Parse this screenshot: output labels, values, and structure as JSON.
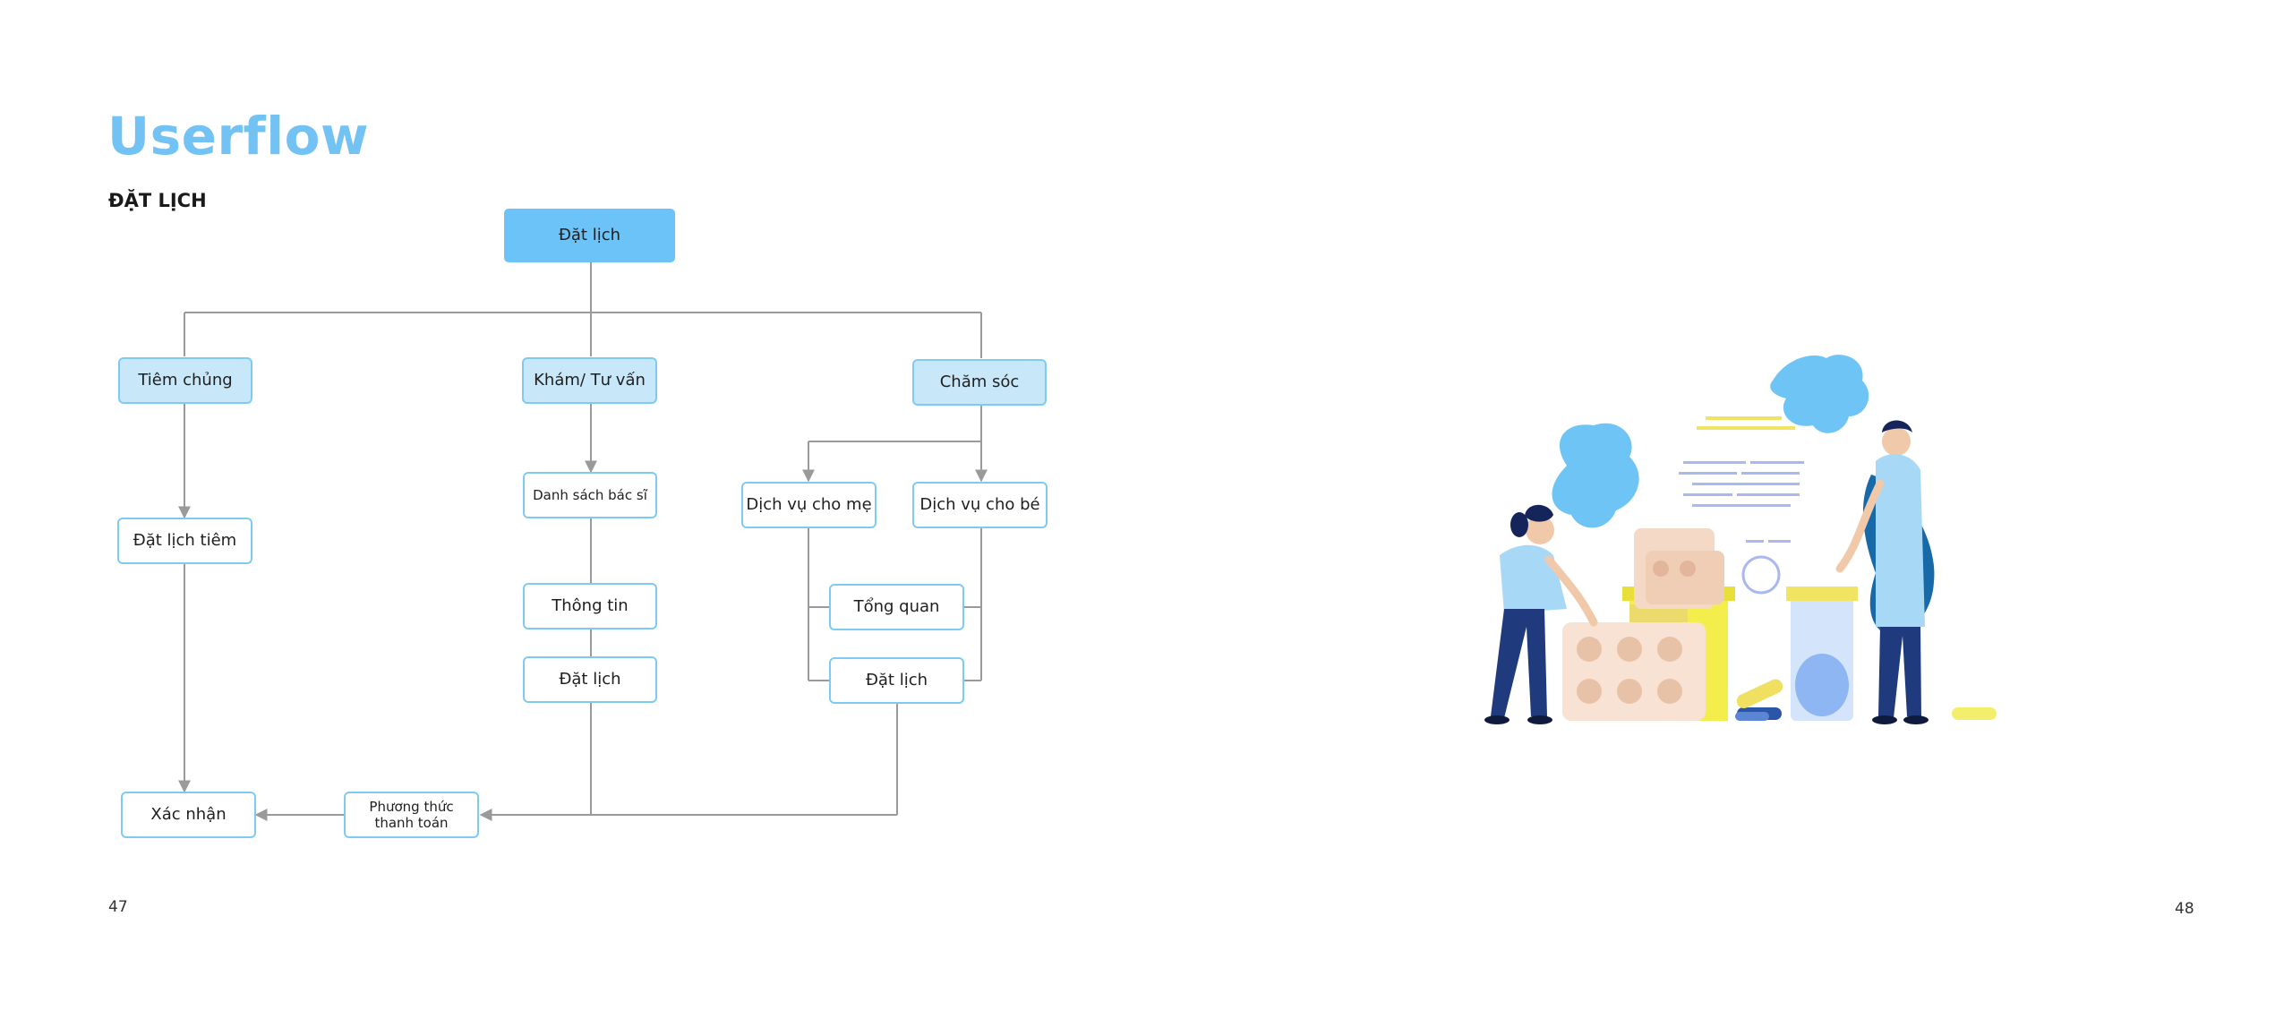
{
  "page": {
    "title": "Userflow",
    "subtitle": "ĐẶT LỊCH",
    "page_left": "47",
    "page_right": "48"
  },
  "flow": {
    "root": "Đặt lịch",
    "col1": {
      "header": "Tiêm chủng",
      "step1": "Đặt lịch tiêm",
      "end": "Xác nhận"
    },
    "col2": {
      "header": "Khám/ Tư vấn",
      "step1": "Danh sách bác sĩ",
      "step2": "Thông tin",
      "step3": "Đặt lịch"
    },
    "col3": {
      "header": "Chăm sóc",
      "mom": "Dịch vụ cho mẹ",
      "baby": "Dịch vụ cho bé",
      "overview": "Tổng quan",
      "book": "Đặt lịch"
    },
    "payment_line1": "Phương thức",
    "payment_line2": "thanh toán"
  },
  "colors": {
    "accent": "#72c2f3",
    "node_border": "#7ecbf1",
    "node_fill_light": "#c8e8fa",
    "root_fill": "#6cc3f8",
    "connector": "#9a9a9a"
  }
}
